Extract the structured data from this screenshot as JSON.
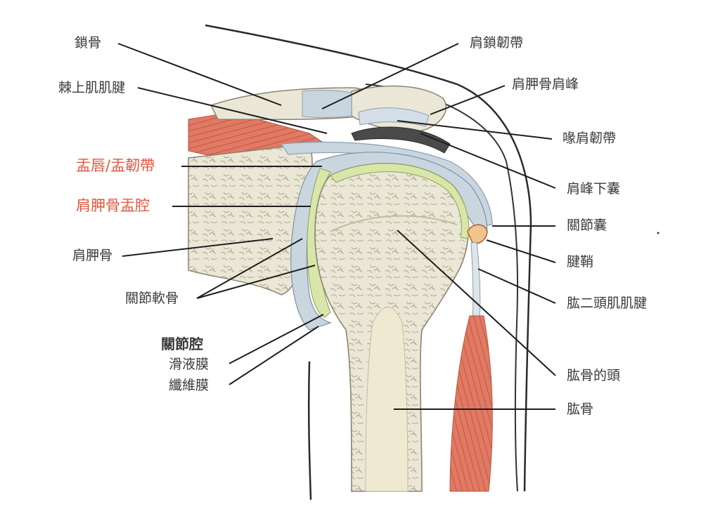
{
  "labels": {
    "clavicle": "鎖骨",
    "supraspinatus_tendon": "棘上肌肌腱",
    "labrum": "盂唇/盂韌帶",
    "glenoid": "肩胛骨盂腔",
    "scapula": "肩胛骨",
    "articular_cartilage": "關節軟骨",
    "joint_cavity": "關節腔",
    "synovial_membrane": "滑液膜",
    "fibrous_membrane": "纖維膜",
    "acromioclavicular_ligament": "肩鎖韌帶",
    "acromion": "肩胛骨肩峰",
    "coracoacromial_ligament": "喙肩韌帶",
    "subacromial_bursa": "肩峰下囊",
    "joint_capsule": "關節囊",
    "tendon_sheath": "腱鞘",
    "biceps_tendon": "肱二頭肌肌腱",
    "humeral_head": "肱骨的頭",
    "humerus": "肱骨"
  },
  "colors": {
    "highlight": "#e0573f",
    "text": "#3a3a3a",
    "bone": "#ebe7d6",
    "cartilage": "#d8e6a8",
    "muscle": "#e07a64",
    "ligament": "#c9d6e0"
  }
}
